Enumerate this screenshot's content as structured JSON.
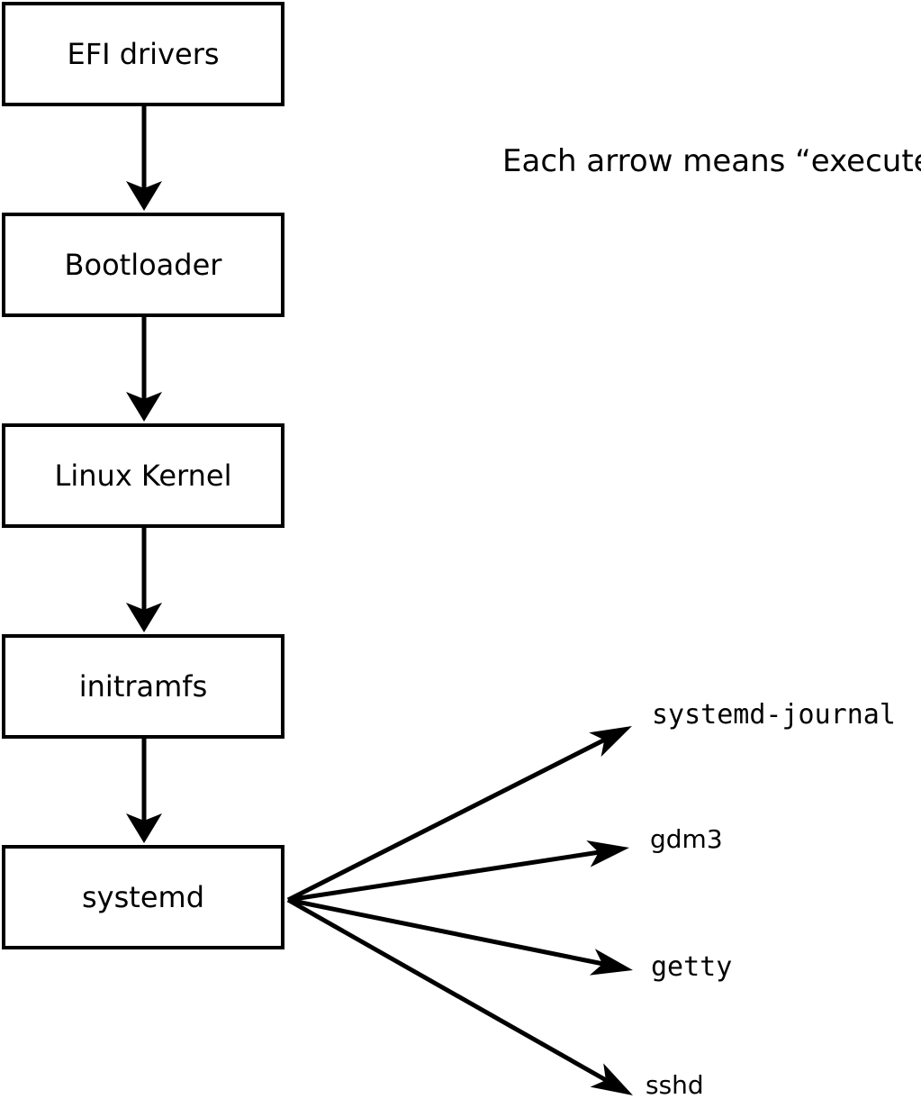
{
  "diagram": {
    "title_note": "Each arrow means “executes”.",
    "edge_meaning": "executes",
    "boot_chain": [
      {
        "label": "EFI drivers"
      },
      {
        "label": "Bootloader"
      },
      {
        "label": "Linux Kernel"
      },
      {
        "label": "initramfs"
      },
      {
        "label": "systemd"
      }
    ],
    "systemd_targets": [
      {
        "label": "systemd-journal",
        "code_font": true
      },
      {
        "label": "gdm3",
        "code_font": false
      },
      {
        "label": "getty",
        "code_font": true
      },
      {
        "label": "sshd",
        "code_font": false
      }
    ],
    "edges": [
      {
        "from": "EFI drivers",
        "to": "Bootloader"
      },
      {
        "from": "Bootloader",
        "to": "Linux Kernel"
      },
      {
        "from": "Linux Kernel",
        "to": "initramfs"
      },
      {
        "from": "initramfs",
        "to": "systemd"
      },
      {
        "from": "systemd",
        "to": "systemd-journal"
      },
      {
        "from": "systemd",
        "to": "gdm3"
      },
      {
        "from": "systemd",
        "to": "getty"
      },
      {
        "from": "systemd",
        "to": "sshd"
      }
    ],
    "colors": {
      "line": "#000000",
      "box_fill": "#ffffff",
      "text": "#000000",
      "background": "#ffffff"
    }
  }
}
